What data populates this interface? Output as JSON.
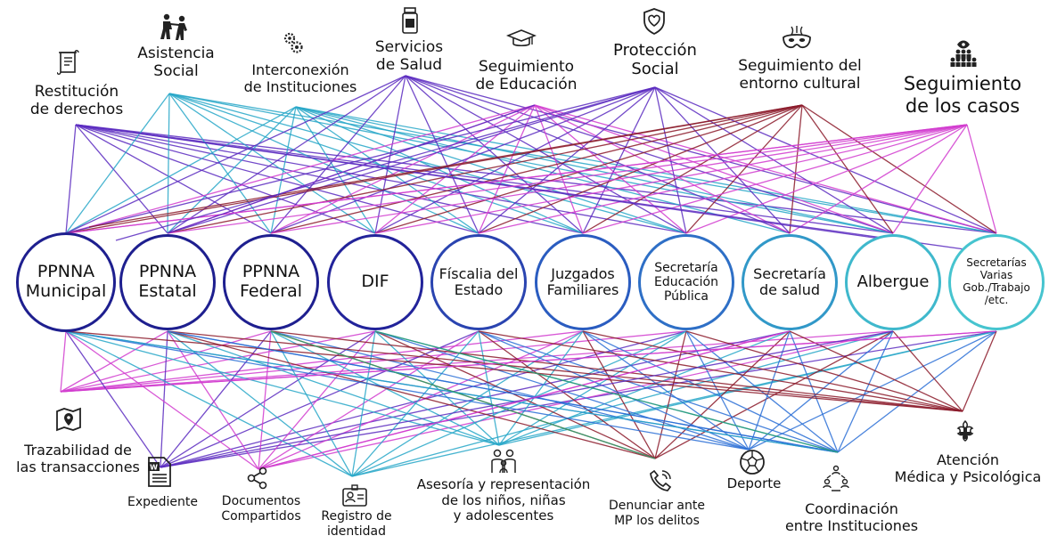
{
  "top_services": {
    "restitucion": "Restitución\nde derechos",
    "asistencia": "Asistencia\nSocial",
    "interconexion": "Interconexión\nde Instituciones",
    "salud": "Servicios\nde Salud",
    "educacion": "Seguimiento\nde Educación",
    "proteccion": "Protección\nSocial",
    "cultural": "Seguimiento del\nentorno cultural",
    "casos": "Seguimiento\nde los casos"
  },
  "institutions": {
    "ppnna_municipal": "PPNNA\nMunicipal",
    "ppnna_estatal": "PPNNA\nEstatal",
    "ppnna_federal": "PPNNA\nFederal",
    "dif": "DIF",
    "fiscalia": "Físcalia del\nEstado",
    "juzgados": "Juzgados\nFamiliares",
    "sep": "Secretaría\nEducación\nPública",
    "salud": "Secretaría\nde salud",
    "albergue": "Albergue",
    "varias": "Secretarías\nVarias\nGob./Trabajo\n/etc."
  },
  "bottom_services": {
    "trazabilidad": "Trazabilidad de\nlas transacciones",
    "expediente": "Expediente",
    "documentos": "Documentos\nCompartidos",
    "registro": "Registro de\nidentidad",
    "asesoria": "Asesoría y representación\nde los niños, niñas\ny adolescentes",
    "denunciar": "Denunciar ante\nMP los delitos",
    "deporte": "Deporte",
    "coordinacion": "Coordinación\nentre Instituciones",
    "atencion": "Atención\nMédica y Psicológica"
  },
  "icons": {
    "restitucion": "scroll-document-icon",
    "asistencia": "people-assisting-icon",
    "interconexion": "gears-icon",
    "salud": "medicine-bottle-icon",
    "educacion": "graduation-cap-icon",
    "proteccion": "shield-heart-icon",
    "cultural": "carnival-mask-icon",
    "casos": "audience-eye-icon",
    "trazabilidad": "map-pin-icon",
    "expediente": "word-document-icon",
    "documentos": "share-icon",
    "registro": "id-card-icon",
    "asesoria": "family-icon",
    "denunciar": "phone-call-icon",
    "deporte": "soccer-ball-icon",
    "coordinacion": "network-people-icon",
    "atencion": "medical-cross-icon"
  },
  "colors": {
    "node_dark": "#1e1f8f",
    "node_mid": "#2e5cc0",
    "node_light": "#3fb8cc",
    "line_purple": "#5b2bc0",
    "line_magenta": "#d23ccf",
    "line_cyan": "#27a7c8",
    "line_darkred": "#8b1a2a",
    "line_blue": "#2b6fd6",
    "line_green": "#2aa86f"
  }
}
